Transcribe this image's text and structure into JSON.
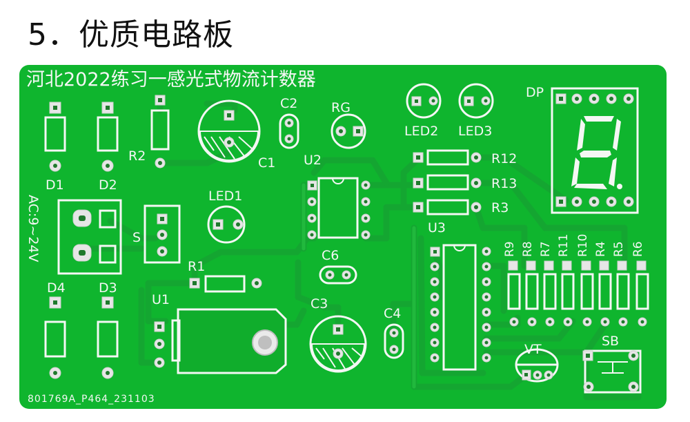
{
  "heading": "5．优质电路板",
  "board": {
    "title": "河北2022练习一感光式物流计数器",
    "serial": "801769A_P464_231103",
    "power_label": "AC:9~24V"
  },
  "labels": {
    "D1": "D1",
    "D2": "D2",
    "D3": "D3",
    "D4": "D4",
    "R1": "R1",
    "R2": "R2",
    "R3": "R3",
    "R4": "R4",
    "R5": "R5",
    "R6": "R6",
    "R7": "R7",
    "R8": "R8",
    "R9": "R9",
    "R10": "R10",
    "R11": "R11",
    "R12": "R12",
    "R13": "R13",
    "C1": "C1",
    "C2": "C2",
    "C3": "C3",
    "C4": "C4",
    "C6": "C6",
    "U1": "U1",
    "U2": "U2",
    "U3": "U3",
    "LED1": "LED1",
    "LED2": "LED2",
    "LED3": "LED3",
    "RG": "RG",
    "DP": "DP",
    "S": "S",
    "VT": "VT",
    "SB": "SB"
  },
  "colors": {
    "background": "#ffffff",
    "pcb_green": "#0fb52e",
    "silkscreen": "#f4f7f4",
    "pad_silver": "#e6e6e6"
  }
}
